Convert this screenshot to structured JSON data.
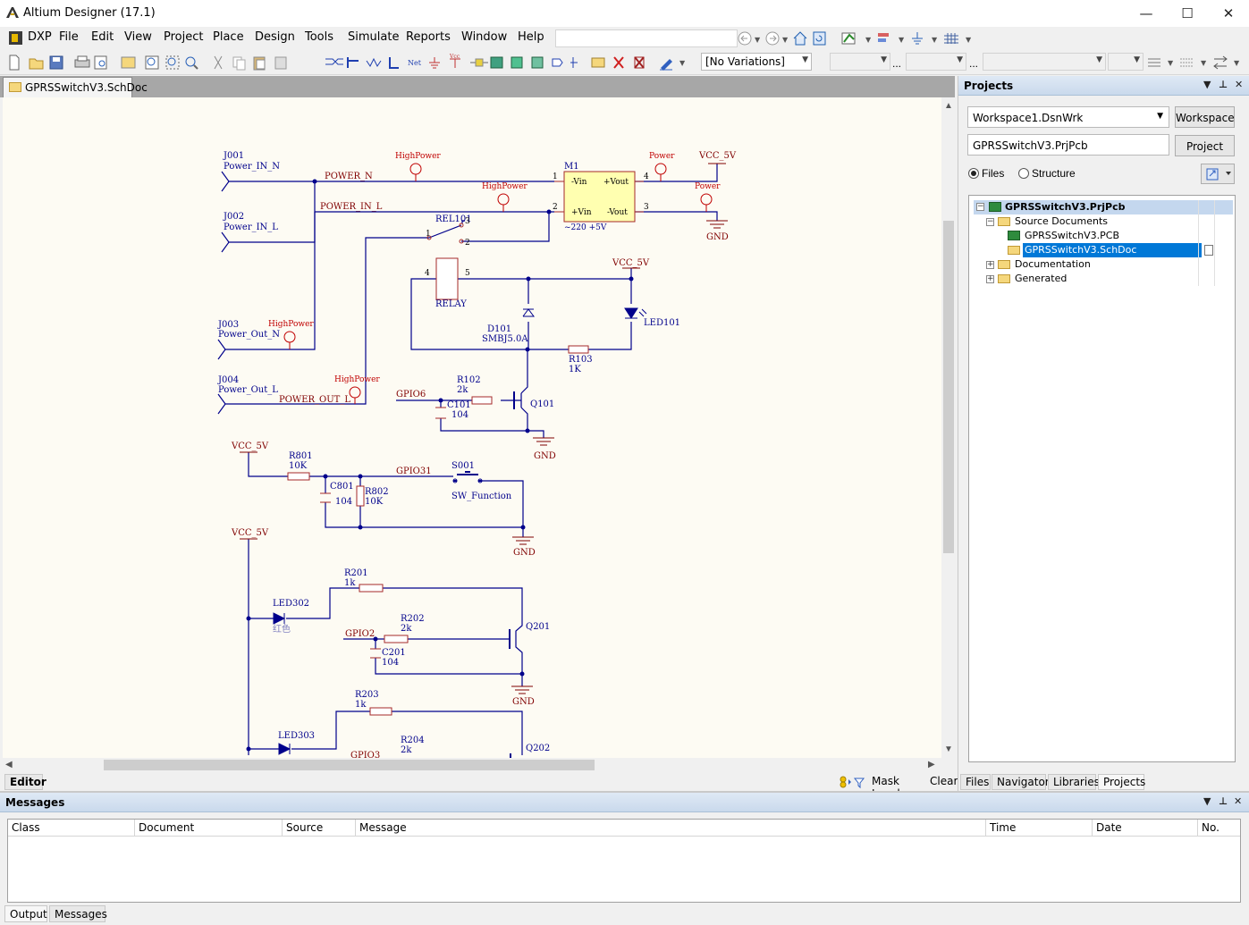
{
  "window": {
    "title": "Altium Designer (17.1)",
    "minimize": "—",
    "maximize": "☐",
    "close": "✕"
  },
  "menu": [
    "DXP",
    "File",
    "Edit",
    "View",
    "Project",
    "Place",
    "Design",
    "Tools",
    "Simulate",
    "Reports",
    "Window",
    "Help"
  ],
  "toolbar": {
    "variations": "[No Variations]",
    "ellipsis1": "...",
    "ellipsis2": "..."
  },
  "document_tab": "GPRSSwitchV3.SchDoc",
  "schematic": {
    "power": {
      "vcc": "VCC_5V",
      "gnd": "GND",
      "highpower": "HighPower",
      "power": "Power"
    },
    "connectors": [
      {
        "ref": "J001",
        "net": "Power_IN_N"
      },
      {
        "ref": "J002",
        "net": "Power_IN_L"
      },
      {
        "ref": "J003",
        "net": "Power_Out_N"
      },
      {
        "ref": "J004",
        "net": "Power_Out_L"
      }
    ],
    "nets": {
      "power_n": "POWER_N",
      "power_in_l": "POWER_IN_L",
      "power_out_l": "POWER_OUT_L",
      "gpio6": "GPIO6",
      "gpio31": "GPIO31",
      "gpio2": "GPIO2",
      "gpio3": "GPIO3"
    },
    "m1": {
      "ref": "M1",
      "vin_neg": "-Vin",
      "vout_pos": "+Vout",
      "vin_pos": "+Vin",
      "vout_neg": "-Vout",
      "desc": "~220 +5V",
      "p1": "1",
      "p2": "2",
      "p3": "3",
      "p4": "4"
    },
    "relay": {
      "ref": "REL101",
      "name": "RELAY",
      "p1": "1",
      "p2": "2",
      "p3": "3",
      "p4": "4",
      "p5": "5"
    },
    "d101": {
      "ref": "D101",
      "value": "SMBJ5.0A"
    },
    "led101": "LED101",
    "r103": {
      "ref": "R103",
      "value": "1K"
    },
    "r102": {
      "ref": "R102",
      "value": "2k"
    },
    "c101": {
      "ref": "C101",
      "value": "104"
    },
    "q101": "Q101",
    "r801": {
      "ref": "R801",
      "value": "10K"
    },
    "c801": {
      "ref": "C801",
      "value": "104"
    },
    "r802": {
      "ref": "R802",
      "value": "10K"
    },
    "s001": {
      "ref": "S001",
      "value": "SW_Function"
    },
    "r201": {
      "ref": "R201",
      "value": "1k"
    },
    "led302": {
      "ref": "LED302",
      "value": "红色"
    },
    "r202": {
      "ref": "R202",
      "value": "2k"
    },
    "c201": {
      "ref": "C201",
      "value": "104"
    },
    "q201": "Q201",
    "r203": {
      "ref": "R203",
      "value": "1k"
    },
    "led303": "LED303",
    "r204": {
      "ref": "R204",
      "value": "2k"
    },
    "q202": "Q202"
  },
  "editor_status": {
    "editor": "Editor",
    "mask_level": "Mask Level",
    "clear": "Clear"
  },
  "projects_panel": {
    "title": "Projects",
    "workspace_value": "Workspace1.DsnWrk",
    "workspace_button": "Workspace",
    "project_value": "GPRSSwitchV3.PrjPcb",
    "project_button": "Project",
    "radio_files": "Files",
    "radio_structure": "Structure",
    "tree": {
      "project": "GPRSSwitchV3.PrjPcb",
      "source_documents": "Source Documents",
      "pcb": "GPRSSwitchV3.PCB",
      "schdoc": "GPRSSwitchV3.SchDoc",
      "documentation": "Documentation",
      "generated": "Generated"
    },
    "tabs": [
      "Files",
      "Navigator",
      "Libraries",
      "Projects"
    ]
  },
  "messages_panel": {
    "title": "Messages",
    "columns": [
      "Class",
      "Document",
      "Source",
      "Message",
      "Time",
      "Date",
      "No."
    ],
    "tabs": [
      "Output",
      "Messages"
    ]
  },
  "colors": {
    "wire": "#00008b",
    "component": "#a52a2a",
    "net_label": "#800000",
    "module_fill": "#ffffb0",
    "selection": "#0078d7"
  }
}
